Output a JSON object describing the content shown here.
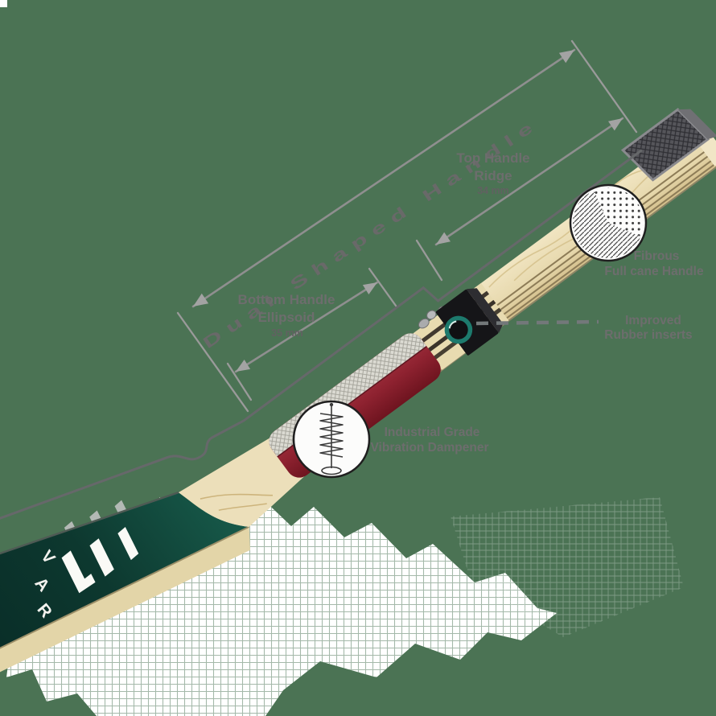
{
  "labels": {
    "dual_shaped_handle": "Dual  Shaped  Handle",
    "top_handle_ridge": {
      "line1": "Top Handle",
      "line2": "Ridge",
      "value": "34 mm"
    },
    "bottom_handle_ellipsoid": {
      "line1": "Bottom Handle",
      "line2": "Ellipsoid",
      "value": "35 mm"
    },
    "fibrous_handle": {
      "line1": "Fibrous",
      "line2": "Full cane Handle"
    },
    "rubber_inserts": {
      "line1": "Improved",
      "line2": "Rubber inserts"
    },
    "vibration_dampener": {
      "line1": "Industrial Grade",
      "line2": "Vibration Dampener"
    }
  },
  "bat": {
    "brand_letters": [
      "V",
      "A",
      "R"
    ]
  },
  "colors": {
    "background": "#4b7354",
    "grip_red": "#8e2230",
    "blade_decal_teal": "#0d382f",
    "wood_cream": "#ecdfba",
    "accent_teal_ring": "#1d7a6d",
    "dimension_gray": "#8f8f8f",
    "label_text": "#6d6d6d",
    "cap_dark": "#55555a"
  }
}
